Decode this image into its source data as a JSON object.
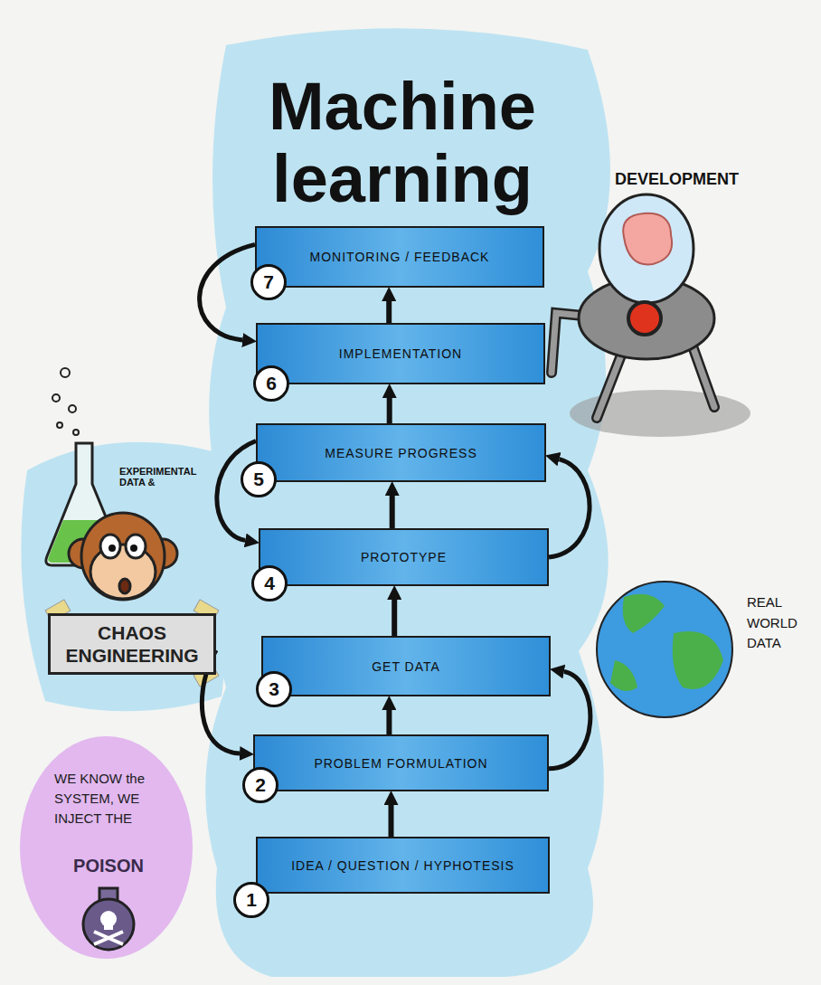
{
  "diagram": {
    "title": "Machine learning",
    "nodes": [
      {
        "text": [
          "MONITORING / FEEDBACK"
        ]
      },
      {
        "text": [
          "IMPLEMENTATION"
        ]
      },
      {
        "text": [
          "MEASURE PROGRESS"
        ]
      },
      {
        "text": [
          "PROTOTYPE"
        ]
      },
      {
        "text": [
          "GET DATA"
        ]
      },
      {
        "text": [
          "PROBLEM FORMULATION"
        ]
      },
      {
        "text": [
          "IDEA / QUESTION / HYPHOTESIS"
        ]
      },
      {
        "text": [
          "CHAOS ENGINEERING"
        ]
      },
      {
        "text": [
          "WE KNOW the SYSTEM, WE INJECT THE"
        ]
      }
    ],
    "edges": [
      {
        "from": 6,
        "to": 5,
        "arrow": "to"
      },
      {
        "from": 5,
        "to": 4,
        "arrow": "to"
      },
      {
        "from": 4,
        "to": 3,
        "arrow": "to"
      },
      {
        "from": 3,
        "to": 2,
        "arrow": "to"
      },
      {
        "from": 2,
        "to": 1,
        "arrow": "to"
      },
      {
        "from": 1,
        "to": 0,
        "arrow": "to"
      },
      {
        "from": 0,
        "to": 1,
        "arrow": "to"
      },
      {
        "from": 2,
        "to": 3,
        "arrow": "to"
      },
      {
        "from": 3,
        "to": 2,
        "arrow": "to"
      },
      {
        "from": 7,
        "to": 5,
        "arrow": "to"
      },
      {
        "from": 5,
        "to": 4,
        "arrow": "to"
      }
    ],
    "labels": [
      "DEVELOPMENT",
      "EXPERIMENTAL DATA &",
      "REAL WORLD DATA",
      "POISON",
      "7",
      "6",
      "5",
      "4",
      "3",
      "2",
      "1"
    ]
  }
}
